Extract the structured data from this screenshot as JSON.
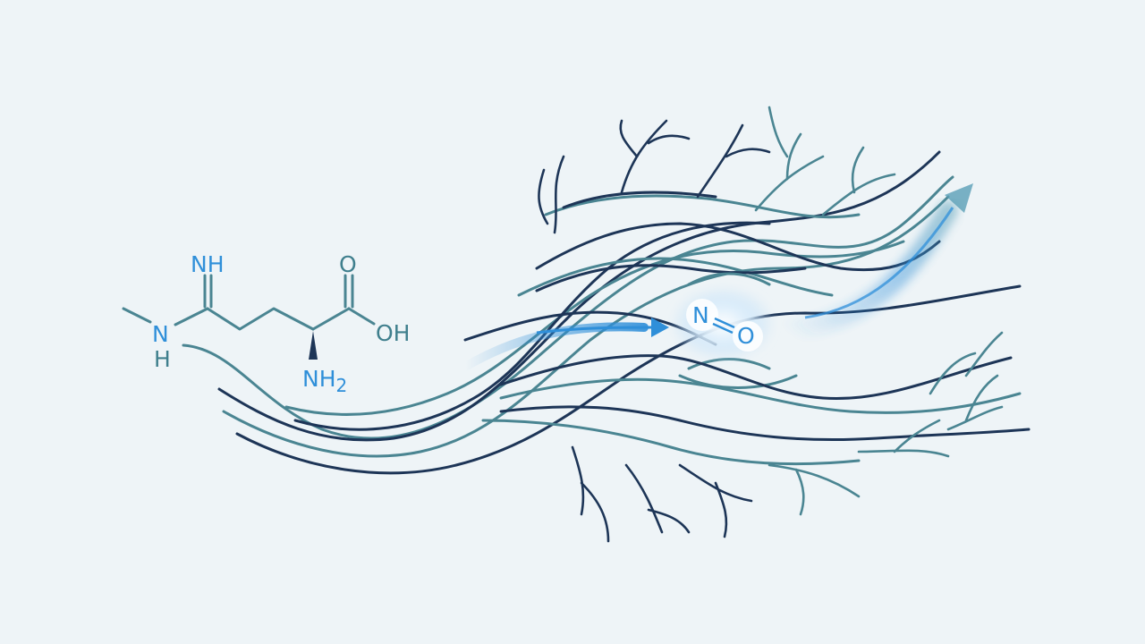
{
  "colors": {
    "background": "#eef4f7",
    "navy": "#1d3557",
    "teal": "#4a8592",
    "blue": "#2f8fd9",
    "bond": "#4a8592"
  },
  "molecule": {
    "imine": "NH",
    "carbonyl_o": "O",
    "hydroxyl": "OH",
    "amine_n": "N",
    "amine_h": "H",
    "alpha_amine": "NH",
    "alpha_amine_sub": "2"
  },
  "nitric_oxide": {
    "n": "N",
    "o": "O"
  },
  "icons": [
    "flow-arrow-icon",
    "release-arrow-icon",
    "vessel-branch-icon"
  ]
}
